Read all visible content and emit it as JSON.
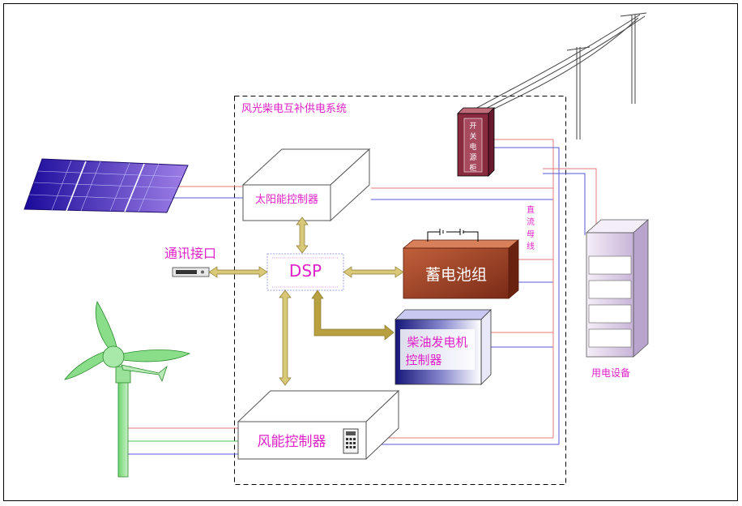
{
  "system_title": "风光柴电互补供电系统",
  "solar_controller_label": "太阳能控制器",
  "comm_port_label": "通讯接口",
  "dsp": {
    "label": "DSP"
  },
  "battery_label": "蓄电池组",
  "diesel_controller": {
    "line1": "柴油发电机",
    "line2": "控制器"
  },
  "wind_controller_label": "风能控制器",
  "switch_cabinet_chars": [
    "开",
    "关",
    "电",
    "源",
    "柜"
  ],
  "dc_bus_chars": [
    "直",
    "流",
    "母",
    "线"
  ],
  "load_label": "用电设备",
  "colors": {
    "label_magenta": "#e020c8",
    "wire_red": "#e07a7a",
    "wire_blue": "#5a5ad8",
    "wire_green": "#4cc24c",
    "arrow_gold": "#d8c878",
    "battery_brown": "#a3432a",
    "cabinet_maroon": "#8a2a3e",
    "diesel_navy": "#20208a",
    "solar_blue": "#2a1aa8"
  }
}
